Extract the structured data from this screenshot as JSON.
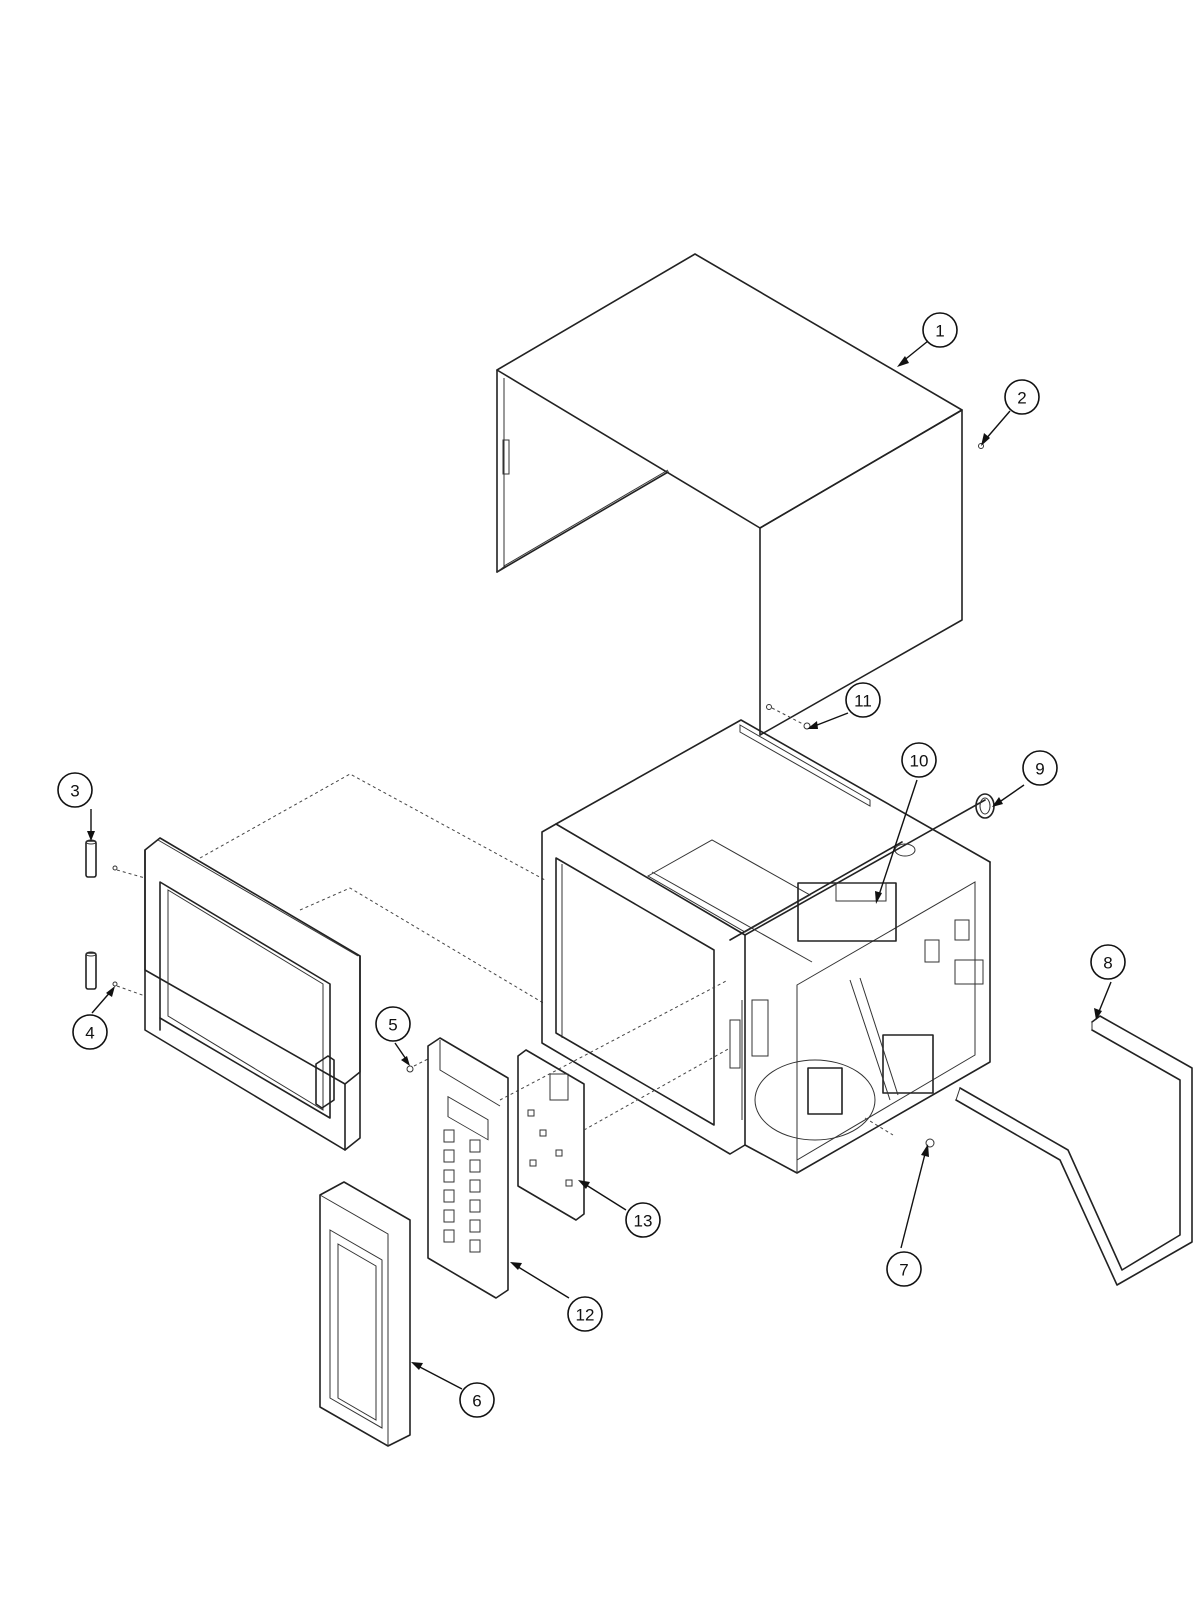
{
  "diagram": {
    "type": "exploded-parts-view",
    "callouts": [
      {
        "id": "1",
        "label": "1"
      },
      {
        "id": "2",
        "label": "2"
      },
      {
        "id": "3",
        "label": "3"
      },
      {
        "id": "4",
        "label": "4"
      },
      {
        "id": "5",
        "label": "5"
      },
      {
        "id": "6",
        "label": "6"
      },
      {
        "id": "7",
        "label": "7"
      },
      {
        "id": "8",
        "label": "8"
      },
      {
        "id": "9",
        "label": "9"
      },
      {
        "id": "10",
        "label": "10"
      },
      {
        "id": "11",
        "label": "11"
      },
      {
        "id": "12",
        "label": "12"
      },
      {
        "id": "13",
        "label": "13"
      }
    ],
    "line_color": "#222222",
    "background_color": "#ffffff"
  }
}
